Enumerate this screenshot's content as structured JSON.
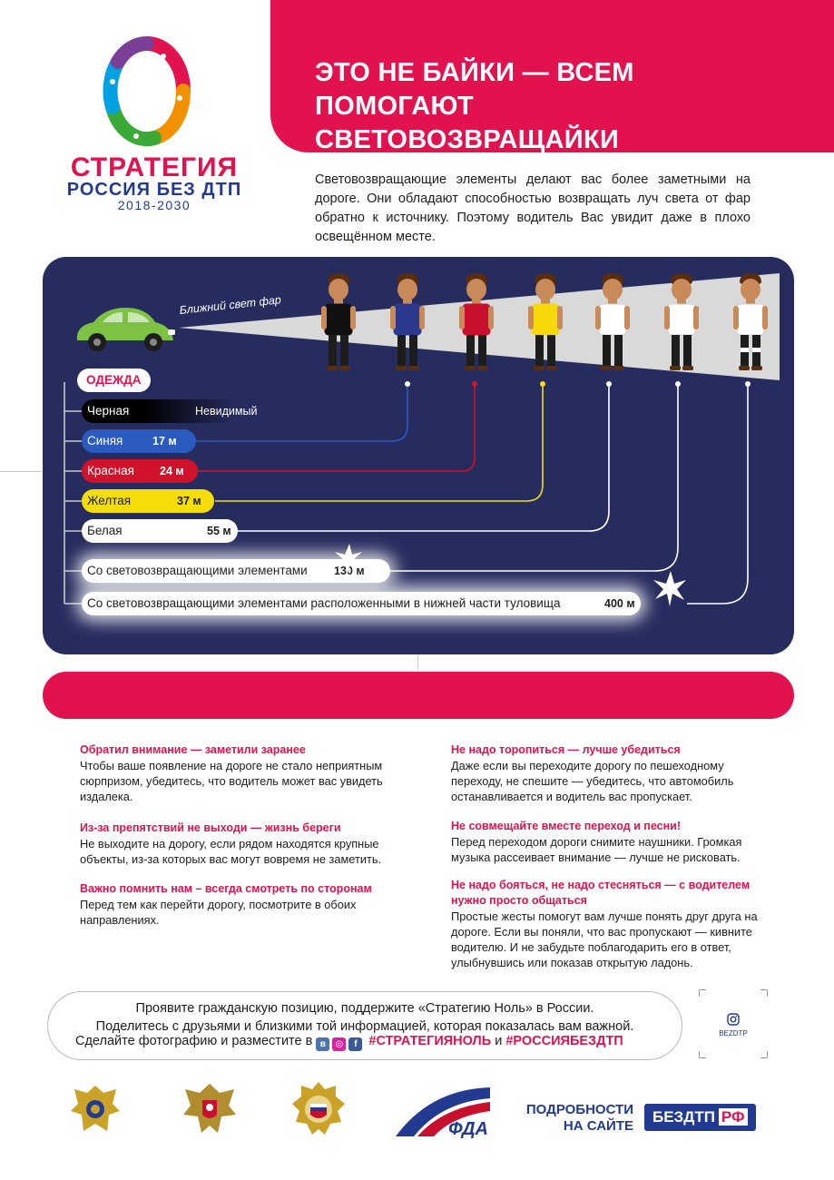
{
  "header": {
    "title_line1": "ЭТО НЕ БАЙКИ — ВСЕМ ПОМОГАЮТ",
    "title_line2": "СВЕТОВОЗВРАЩАЙКИ",
    "accent_color": "#e1124d"
  },
  "logo": {
    "name": "СТРАТЕГИЯ",
    "subtitle": "РОССИЯ БЕЗ ДТП",
    "years": "2018-2030"
  },
  "intro": "Световозвращающие элементы делают вас более заметными на дороге. Они обладают способностью возвращать луч света от фар обратно к источнику. Поэтому водитель Вас увидит даже в плохо освещённом месте.",
  "panel": {
    "beam_label": "Ближний свет фар",
    "clothes_title": "ОДЕЖДА",
    "person_shirts": [
      "#111111",
      "#2b3a8f",
      "#c8102e",
      "#f5d90a",
      "#ffffff",
      "#ffffff",
      "#ffffff"
    ],
    "rows": [
      {
        "label": "Черная",
        "distance": "Невидимый",
        "color": "#000000",
        "text": "#ffffff"
      },
      {
        "label": "Синяя",
        "distance": "17 м",
        "color": "#2b5bbf",
        "text": "#ffffff"
      },
      {
        "label": "Красная",
        "distance": "24 м",
        "color": "#d0122a",
        "text": "#ffffff"
      },
      {
        "label": "Желтая",
        "distance": "37 м",
        "color": "#f5dd0a",
        "text": "#1d1d1b"
      },
      {
        "label": "Белая",
        "distance": "55 м",
        "color": "#ffffff",
        "text": "#1d1d1b"
      },
      {
        "label": "Со световозвращающими элементами",
        "distance": "130 м",
        "color": "#ffffff",
        "text": "#1d1d1b"
      },
      {
        "label": "Со световозвращающими элементами расположенными в нижней части туловища",
        "distance": "400 м",
        "color": "#ffffff",
        "text": "#1d1d1b"
      }
    ]
  },
  "tips": {
    "left": [
      {
        "title": "Обратил внимание — заметили заранее",
        "body": "Чтобы ваше появление на дороге не стало неприятным сюрпризом, убедитесь, что водитель может вас увидеть издалека."
      },
      {
        "title": "Из-за препятствий не выходи — жизнь береги",
        "body": "Не выходите на дорогу, если рядом находятся крупные объекты, из-за которых вас могут вовремя не заметить."
      },
      {
        "title": "Важно помнить нам – всегда смотреть по сторонам",
        "body": "Перед тем как перейти дорогу, посмотрите в обоих направлениях."
      }
    ],
    "right": [
      {
        "title": "Не надо торопиться — лучше убедиться",
        "body": "Даже если вы переходите дорогу по пешеходному переходу, не спешите — убедитесь, что автомобиль останавливается и водитель вас пропускает."
      },
      {
        "title": "Не совмещайте вместе переход и песни!",
        "body": "Перед переходом дороги снимите наушники. Громкая музыка рассеивает внимание — лучше не рисковать."
      },
      {
        "title": "Не надо бояться, не надо стесняться — с водителем нужно просто общаться",
        "body": "Простые жесты помогут вам лучше понять друг друга на дороге. Если вы поняли, что вас пропускают — кивните водителю. И не забудьте поблагодарить его в ответ, улыбнувшись или показав открытую ладонь."
      }
    ]
  },
  "callout": {
    "line1": "Проявите гражданскую позицию, поддержите «Стратегию Ноль» в России.",
    "line2": "Поделитесь с друзьями и близкими той информацией, которая показалась вам важной.",
    "line3_prefix": "Сделайте фотографию и разместите в",
    "hashtag1": "#СТРАТЕГИЯНОЛЬ",
    "and_word": "и",
    "hashtag2": "#РОССИЯБЕЗДТП"
  },
  "qr": {
    "label": "BEZDTP"
  },
  "footer": {
    "more_line1": "ПОДРОБНОСТИ",
    "more_line2": "НА САЙТЕ",
    "site_main": "БЕЗДТП",
    "site_suffix": "РФ",
    "brand_blue": "#223a8f"
  }
}
